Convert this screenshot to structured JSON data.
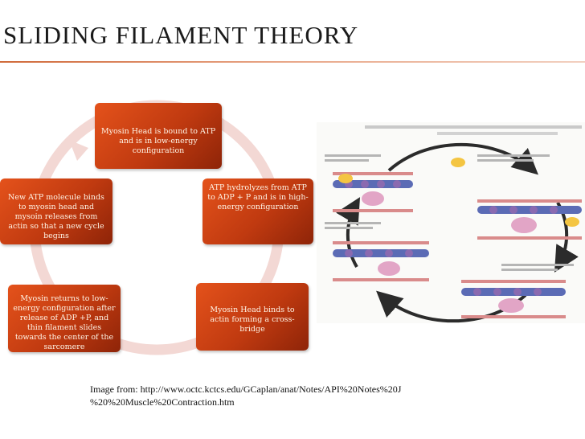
{
  "slide": {
    "title": "SLIDING FILAMENT THEORY",
    "source_text": "Image from: http://www.octc.kctcs.edu/GCaplan/anat/Notes/API%20Notes%20J %20%20Muscle%20Contraction.htm"
  },
  "cycle": {
    "steps": [
      "Myosin Head is bound to ATP and is in low-energy configuration",
      "ATP hydrolyzes from ATP to ADP + P and is in high-energy configuration",
      "Myosin Head binds to actin forming a cross-bridge",
      "Myosin returns to low-energy configuration after release of ADP +P, and thin filament slides towards the center of the sarcomere",
      "New ATP molecule binds to myosin head and mysoin releases from actin so that a new cycle begins"
    ]
  },
  "colors": {
    "node_orange": "#d9471a",
    "ring": "#f3d8d4",
    "title_rule": "#d06a3a"
  }
}
